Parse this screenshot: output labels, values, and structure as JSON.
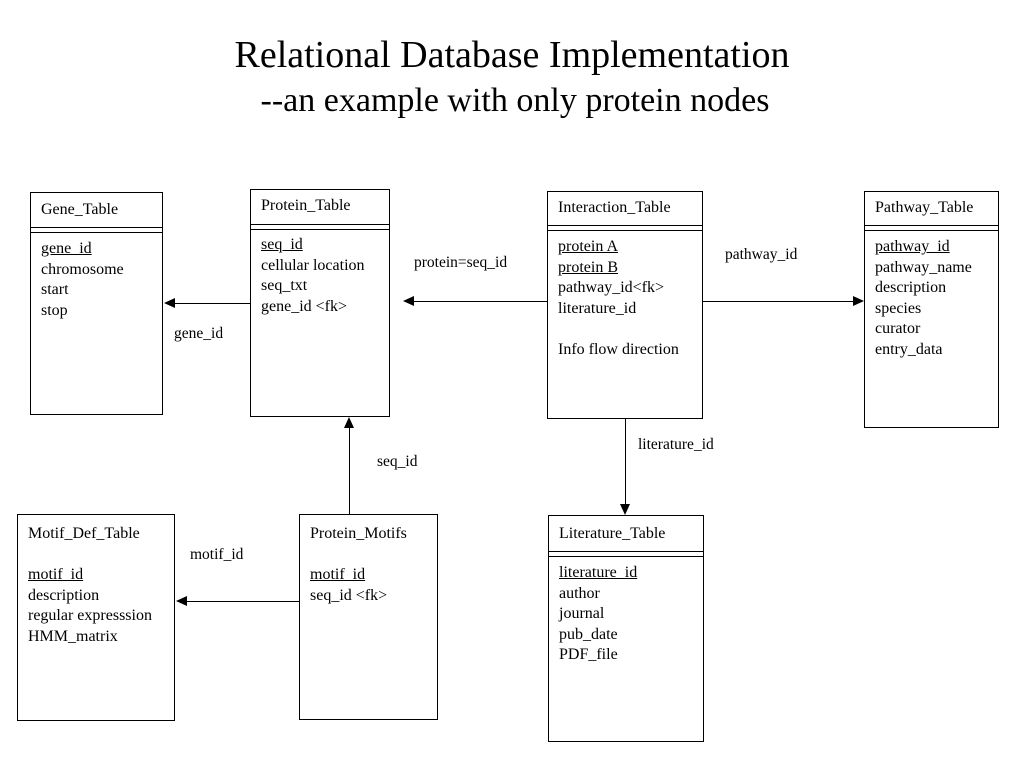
{
  "slide": {
    "title_line1": "Relational Database Implementation",
    "title_line2": "--an example with only protein nodes"
  },
  "tables": [
    {
      "id": "gene-table",
      "name": "Gene_Table",
      "has_header_rule": true,
      "fields": [
        {
          "text": "gene_id",
          "primary_key": true
        },
        {
          "text": "chromosome",
          "primary_key": false
        },
        {
          "text": "start",
          "primary_key": false
        },
        {
          "text": "stop",
          "primary_key": false
        }
      ]
    },
    {
      "id": "protein-table",
      "name": "Protein_Table",
      "has_header_rule": true,
      "fields": [
        {
          "text": "seq_id",
          "primary_key": true
        },
        {
          "text": "cellular location",
          "primary_key": false
        },
        {
          "text": "seq_txt",
          "primary_key": false
        },
        {
          "text": "gene_id <fk>",
          "primary_key": false
        }
      ]
    },
    {
      "id": "interaction-table",
      "name": "Interaction_Table",
      "has_header_rule": true,
      "fields": [
        {
          "text": "protein A",
          "primary_key": true
        },
        {
          "text": "protein B",
          "primary_key": true
        },
        {
          "text": "pathway_id<fk>",
          "primary_key": false
        },
        {
          "text": "literature_id",
          "primary_key": false
        },
        {
          "text": "",
          "primary_key": false
        },
        {
          "text": "Info flow direction",
          "primary_key": false
        }
      ]
    },
    {
      "id": "pathway-table",
      "name": "Pathway_Table",
      "has_header_rule": true,
      "fields": [
        {
          "text": "pathway_id",
          "primary_key": true
        },
        {
          "text": "pathway_name",
          "primary_key": false
        },
        {
          "text": "description",
          "primary_key": false
        },
        {
          "text": "species",
          "primary_key": false
        },
        {
          "text": "curator",
          "primary_key": false
        },
        {
          "text": "entry_data",
          "primary_key": false
        }
      ]
    },
    {
      "id": "motif-def-table",
      "name": "Motif_Def_Table",
      "has_header_rule": false,
      "fields": [
        {
          "text": "motif_id",
          "primary_key": true
        },
        {
          "text": "description",
          "primary_key": false
        },
        {
          "text": "regular expresssion",
          "primary_key": false
        },
        {
          "text": "HMM_matrix",
          "primary_key": false
        }
      ]
    },
    {
      "id": "protein-motifs-table",
      "name": "Protein_Motifs",
      "has_header_rule": false,
      "fields": [
        {
          "text": "motif_id",
          "primary_key": true
        },
        {
          "text": "seq_id <fk>",
          "primary_key": false
        }
      ]
    },
    {
      "id": "literature-table",
      "name": "Literature_Table",
      "has_header_rule": true,
      "fields": [
        {
          "text": "literature_id",
          "primary_key": true
        },
        {
          "text": "author",
          "primary_key": false
        },
        {
          "text": "journal",
          "primary_key": false
        },
        {
          "text": "pub_date",
          "primary_key": false
        },
        {
          "text": "PDF_file",
          "primary_key": false
        }
      ]
    }
  ],
  "edges": [
    {
      "id": "edge-gene-id",
      "label": "gene_id"
    },
    {
      "id": "edge-protein-seq-id",
      "label": "protein=seq_id"
    },
    {
      "id": "edge-pathway-id",
      "label": "pathway_id"
    },
    {
      "id": "edge-seq-id",
      "label": "seq_id"
    },
    {
      "id": "edge-literature-id",
      "label": "literature_id"
    },
    {
      "id": "edge-motif-id",
      "label": "motif_id"
    }
  ],
  "colors": {
    "background": "#ffffff",
    "ink": "#000000"
  }
}
